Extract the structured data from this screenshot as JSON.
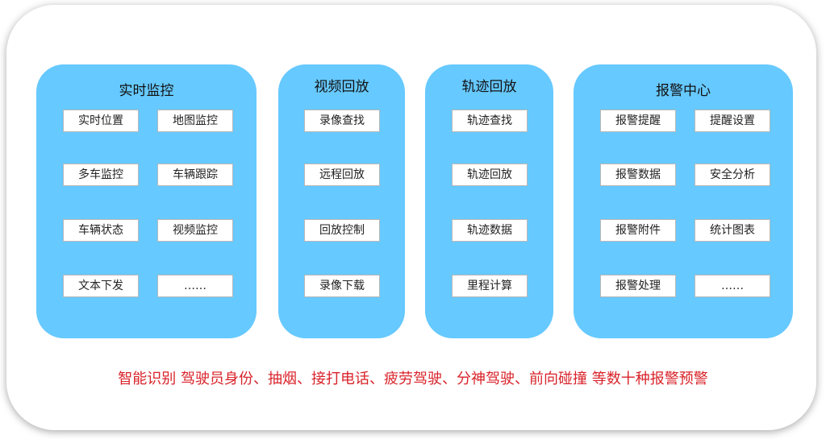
{
  "panels": [
    {
      "title": "实时监控",
      "items": [
        "实时位置",
        "地图监控",
        "多车监控",
        "车辆跟踪",
        "车辆状态",
        "视频监控",
        "文本下发",
        "……"
      ]
    },
    {
      "title": "视频回放",
      "items": [
        "录像查找",
        "远程回放",
        "回放控制",
        "录像下载"
      ]
    },
    {
      "title": "轨迹回放",
      "items": [
        "轨迹查找",
        "轨迹回放",
        "轨迹数据",
        "里程计算"
      ]
    },
    {
      "title": "报警中心",
      "items": [
        "报警提醒",
        "提醒设置",
        "报警数据",
        "安全分析",
        "报警附件",
        "统计图表",
        "报警处理",
        "……"
      ]
    }
  ],
  "footer": "智能识别 驾驶员身份、抽烟、接打电话、疲劳驾驶、分神驾驶、前向碰撞 等数十种报警预警"
}
